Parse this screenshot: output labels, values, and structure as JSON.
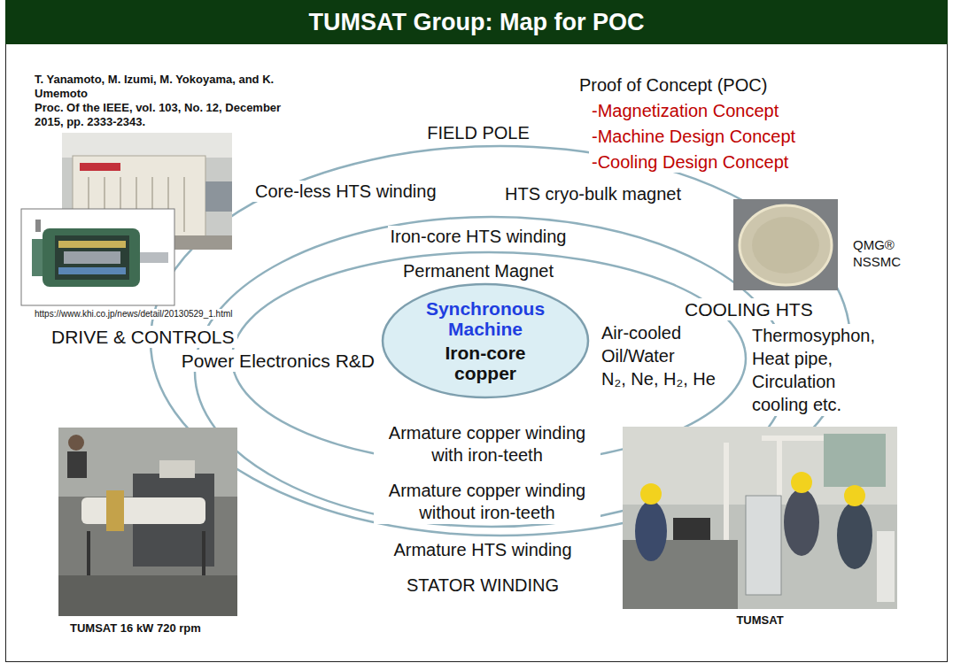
{
  "diagram": {
    "title": "TUMSAT Group: Map for POC",
    "nodes": [
      {
        "text": [
          "Synchronous Machine",
          "Iron-core copper"
        ]
      }
    ],
    "labels": [
      "T. Yanamoto, M. Izumi, M. Yokoyama, and K. Umemoto",
      "Proc. Of the IEEE, vol. 103, No. 12, December 2015, pp. 2333-2343.",
      "Proof of Concept (POC)",
      "-Magnetization Concept",
      "-Machine Design Concept",
      "-Cooling Design Concept",
      "FIELD POLE",
      "Core-less HTS winding",
      "HTS cryo-bulk magnet",
      "QMG®",
      "NSSMC",
      "Iron-core HTS winding",
      "Permanent Magnet",
      "https://www.khi.co.jp/news/detail/20130529_1.html",
      "DRIVE & CONTROLS",
      "Power Electronics R&D",
      "Air-cooled",
      "Oil/Water",
      "N₂, Ne, H₂, He",
      "COOLING HTS",
      "Thermosyphon, Heat pipe, Circulation cooling etc.",
      "Armature copper winding with iron-teeth",
      "Armature copper winding without iron-teeth",
      "Armature HTS winding",
      "STATOR WINDING",
      "TUMSAT 16 kW 720 rpm",
      "TUMSAT"
    ]
  }
}
